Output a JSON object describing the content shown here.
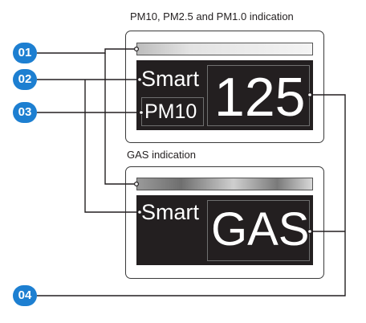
{
  "sections": {
    "top": {
      "title": "PM10, PM2.5 and PM1.0 indication",
      "mode_label": "Smart",
      "sensor_label": "PM10",
      "value": "125"
    },
    "bottom": {
      "title": "GAS indication",
      "mode_label": "Smart",
      "value": "GAS"
    }
  },
  "callouts": [
    "01",
    "02",
    "03",
    "04"
  ],
  "colors": {
    "badge": "#1d7fd1",
    "screen": "#231f20",
    "leader_line": "#231f20"
  }
}
